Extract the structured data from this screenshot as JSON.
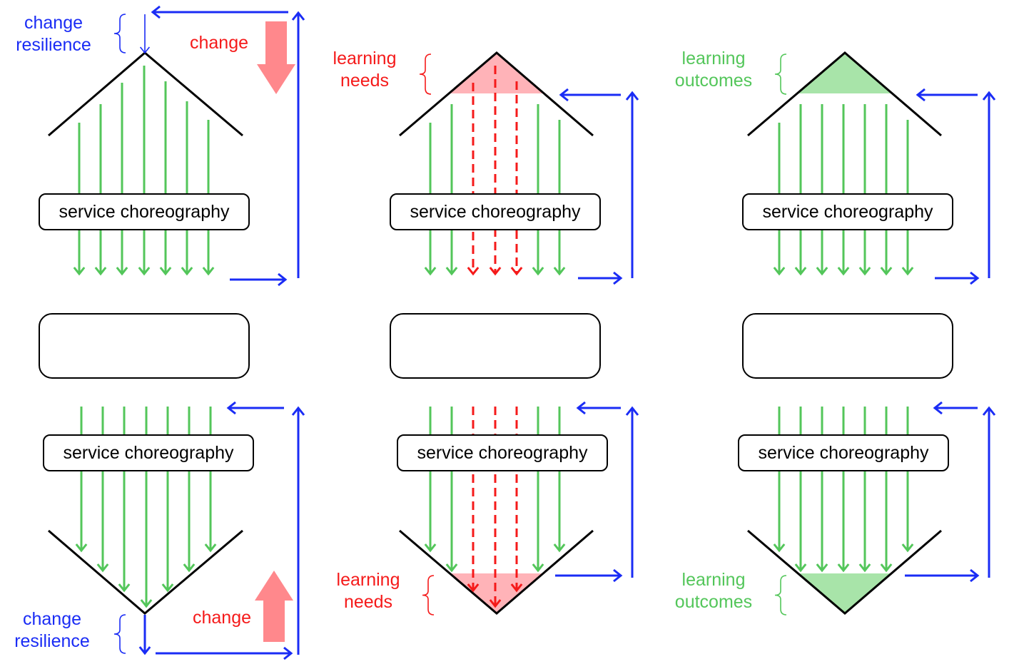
{
  "colors": {
    "blue": "#1a2cf5",
    "red": "#f51a1a",
    "green": "#53c65a",
    "pink_fill": "#ffb3b8",
    "pink_arrow": "#ff888c",
    "green_fill": "#a8e4a9",
    "black": "#000000"
  },
  "panels": [
    {
      "id": "change-resilience",
      "top": {
        "box_label": "service choreography",
        "label_lines": [
          "change",
          "resilience"
        ],
        "label_color": "blue",
        "change_label": "change",
        "change_arrow_direction": "down"
      },
      "middle": {
        "box_label": ""
      },
      "bottom": {
        "box_label": "service choreography",
        "label_lines": [
          "change",
          "resilience"
        ],
        "label_color": "blue",
        "change_label": "change",
        "change_arrow_direction": "up"
      },
      "arrows": [
        "solid",
        "solid",
        "solid",
        "solid",
        "solid",
        "solid",
        "solid"
      ]
    },
    {
      "id": "learning-needs",
      "top": {
        "box_label": "service choreography",
        "label_lines": [
          "learning",
          "needs"
        ],
        "label_color": "red",
        "fill": "pink_fill"
      },
      "middle": {
        "box_label": ""
      },
      "bottom": {
        "box_label": "service choreography",
        "label_lines": [
          "learning",
          "needs"
        ],
        "label_color": "red",
        "fill": "pink_fill"
      },
      "arrows": [
        "solid",
        "solid",
        "dashed",
        "dashed",
        "dashed",
        "solid",
        "solid"
      ]
    },
    {
      "id": "learning-outcomes",
      "top": {
        "box_label": "service choreography",
        "label_lines": [
          "learning",
          "outcomes"
        ],
        "label_color": "green",
        "fill": "green_fill"
      },
      "middle": {
        "box_label": ""
      },
      "bottom": {
        "box_label": "service choreography",
        "label_lines": [
          "learning",
          "outcomes"
        ],
        "label_color": "green",
        "fill": "green_fill"
      },
      "arrows": [
        "solid",
        "solid",
        "solid",
        "solid",
        "solid",
        "solid",
        "solid"
      ]
    }
  ]
}
